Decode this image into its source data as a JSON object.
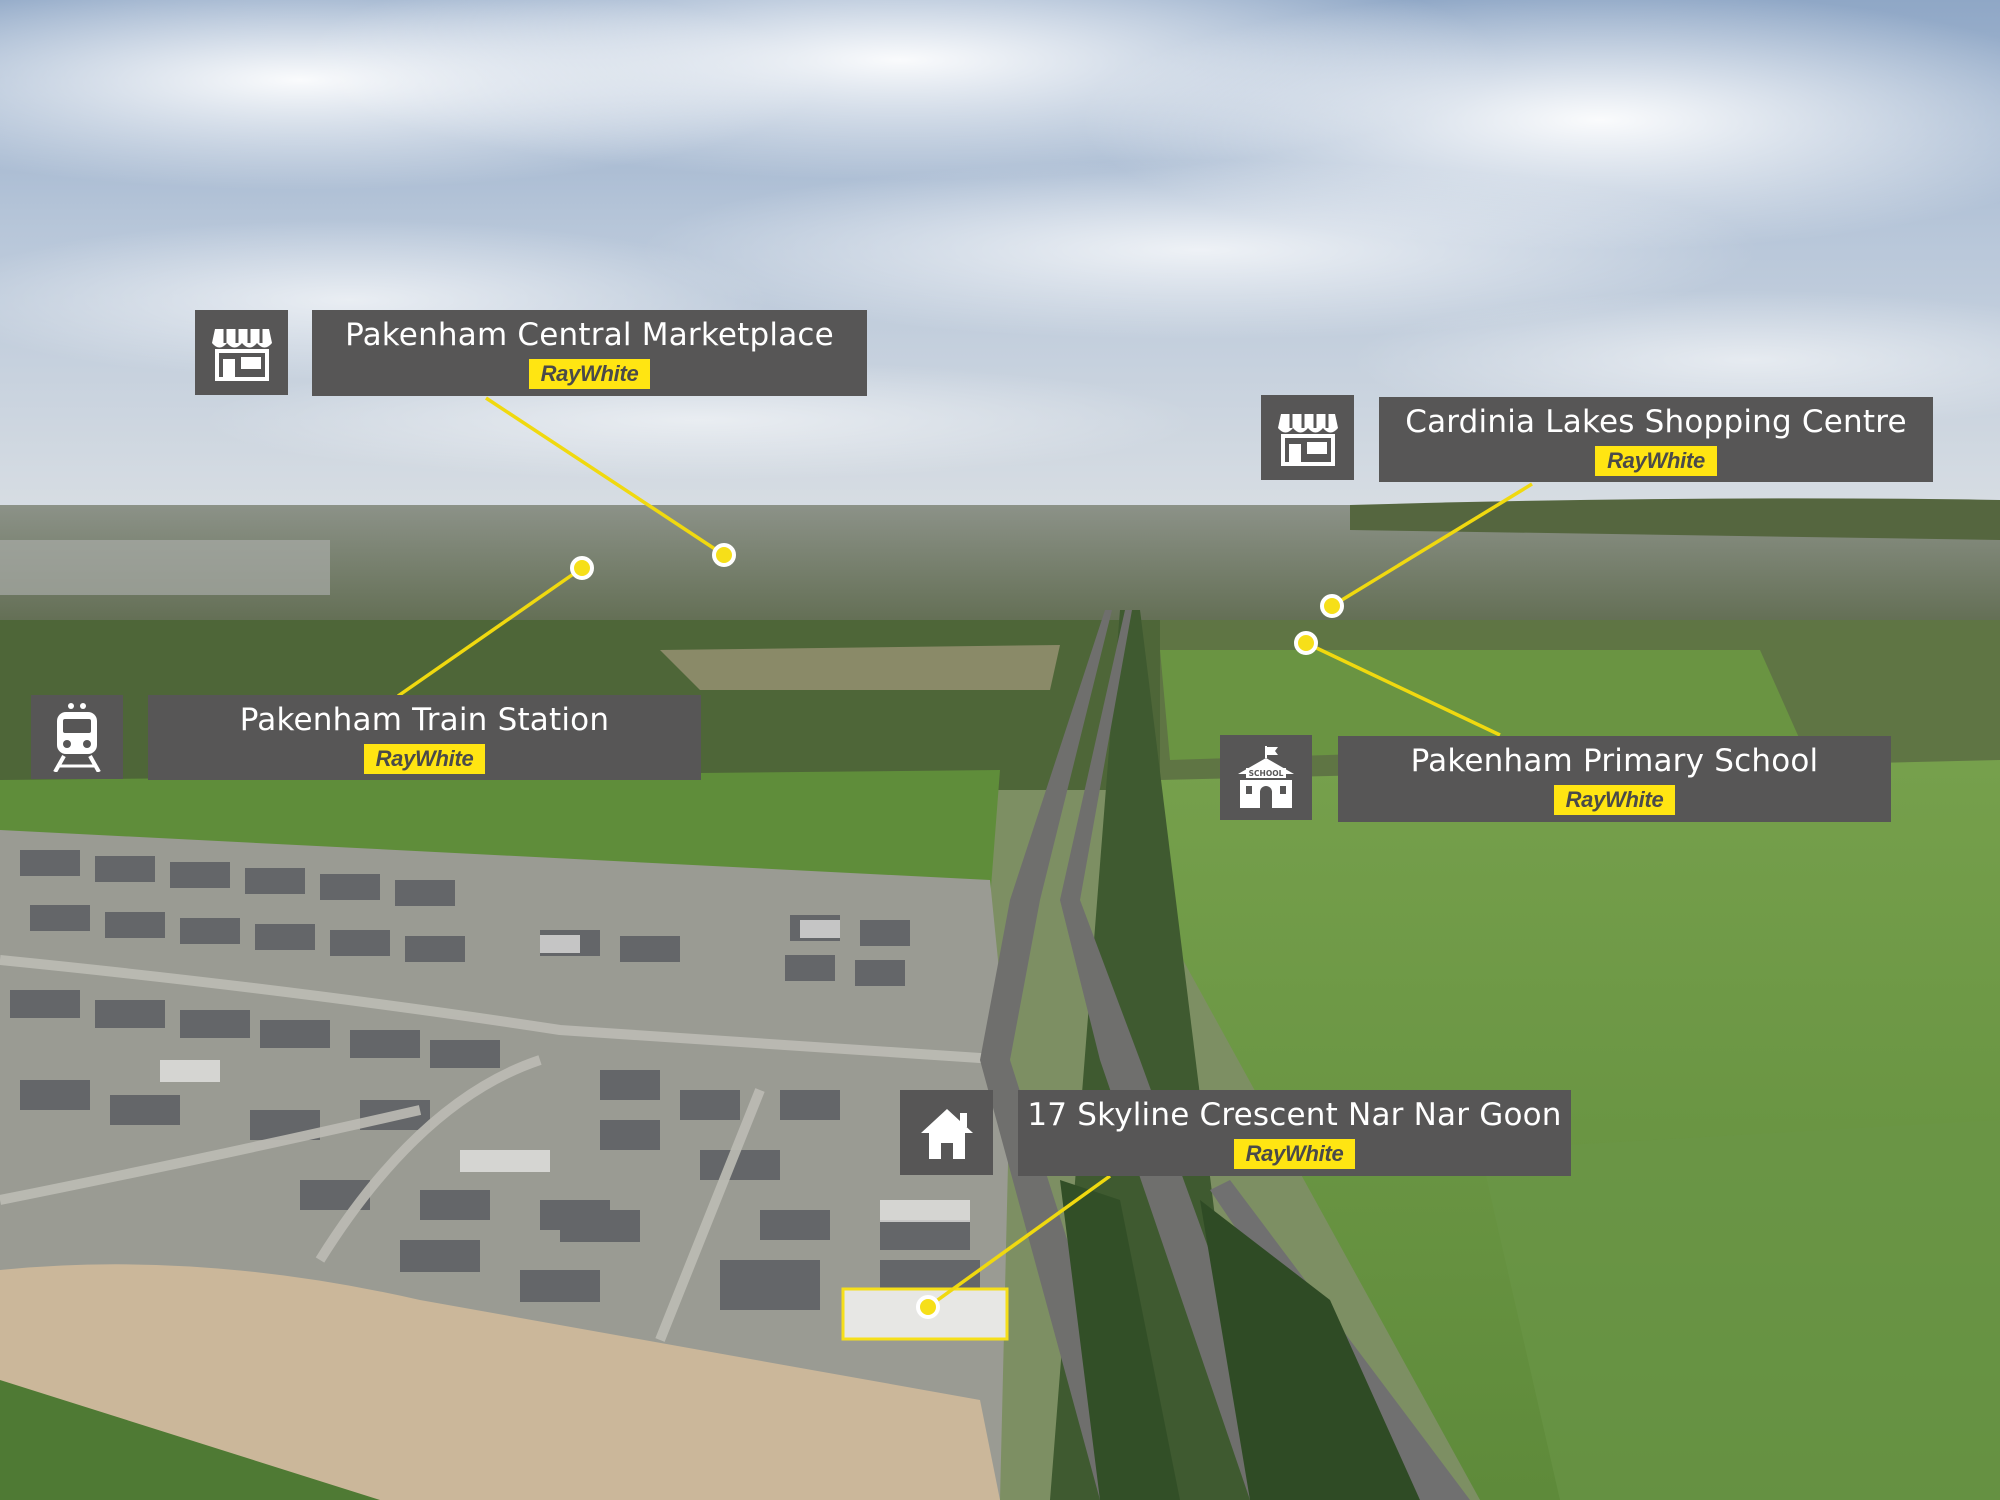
{
  "labels": {
    "marketplace": {
      "title": "Pakenham Central Marketplace",
      "brand": "RayWhite",
      "icon": "store-icon"
    },
    "cardinia": {
      "title": "Cardinia Lakes Shopping Centre",
      "brand": "RayWhite",
      "icon": "store-icon"
    },
    "train": {
      "title": "Pakenham Train Station",
      "brand": "RayWhite",
      "icon": "train-icon"
    },
    "school": {
      "title": "Pakenham Primary School",
      "brand": "RayWhite",
      "icon": "school-icon",
      "icon_text": "SCHOOL"
    },
    "property": {
      "title": "17 Skyline Crescent Nar Nar Goon",
      "brand": "RayWhite",
      "icon": "house-icon"
    }
  },
  "colors": {
    "label_bg": "#575656",
    "brand_yellow": "#ffe512",
    "pin_yellow": "#f0d90f"
  }
}
